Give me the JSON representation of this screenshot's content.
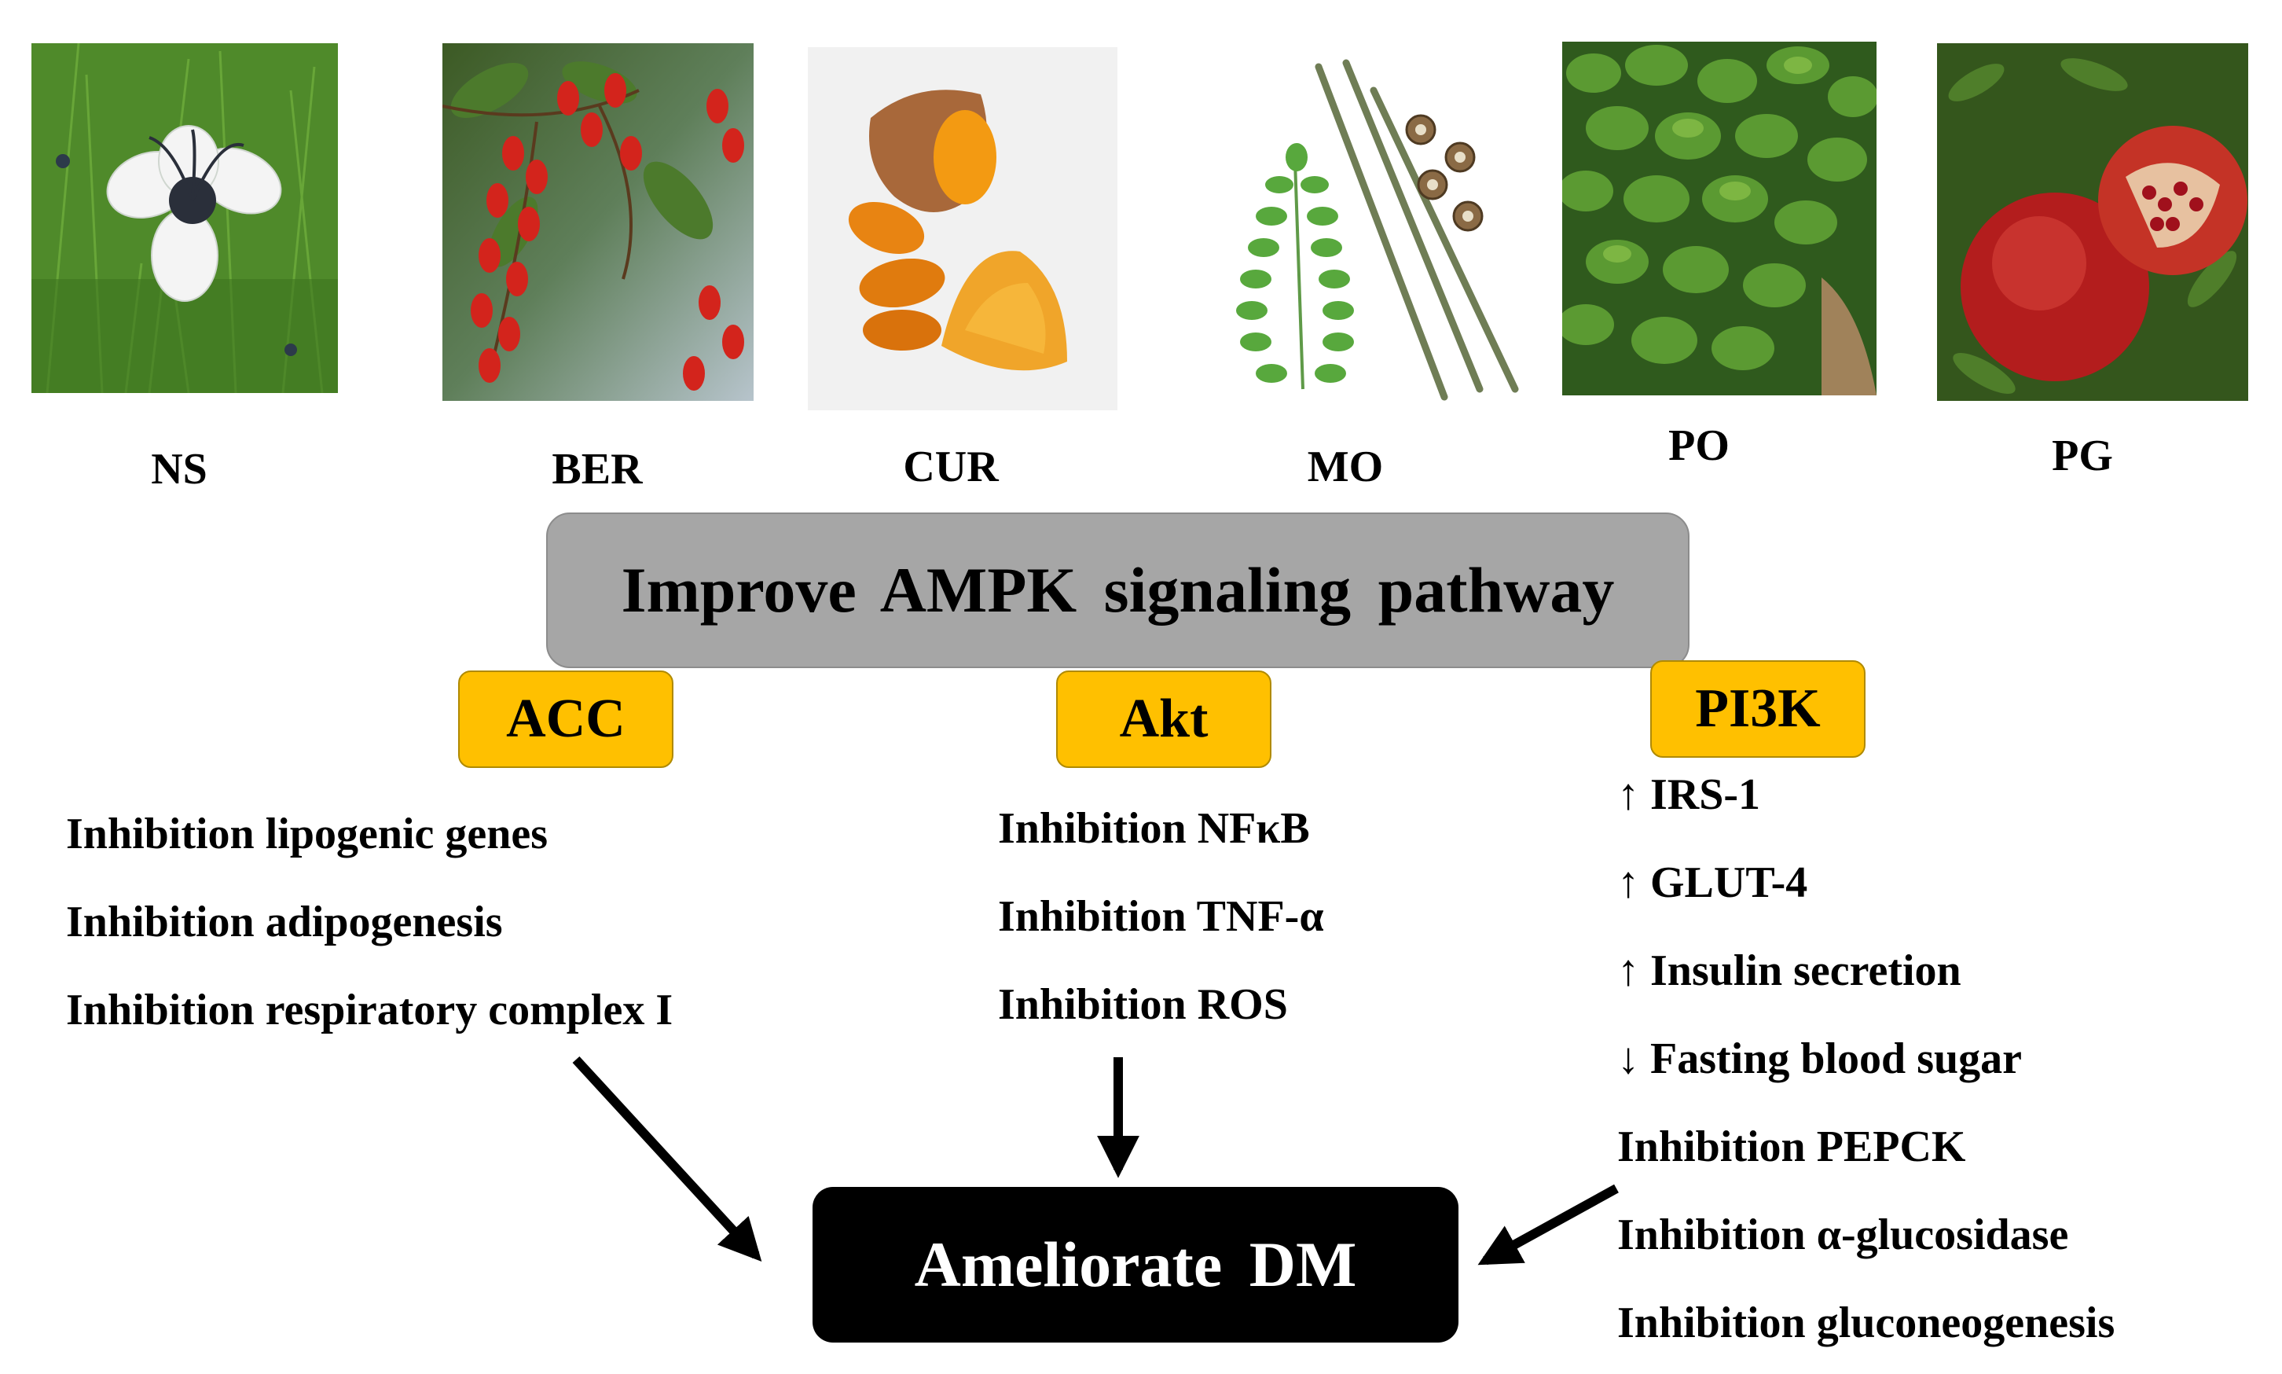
{
  "plants": [
    {
      "label": "NS",
      "icon": "nigella-flower-photo"
    },
    {
      "label": "BER",
      "icon": "barberry-photo"
    },
    {
      "label": "CUR",
      "icon": "turmeric-photo"
    },
    {
      "label": "MO",
      "icon": "moringa-illustration"
    },
    {
      "label": "PO",
      "icon": "portulaca-photo"
    },
    {
      "label": "PG",
      "icon": "pomegranate-photo"
    }
  ],
  "pathway": {
    "label": "Improve AMPK signaling pathway"
  },
  "targets": [
    {
      "label": "ACC",
      "effects": [
        "Inhibition lipogenic genes",
        "Inhibition adipogenesis",
        "Inhibition respiratory complex I"
      ]
    },
    {
      "label": "Akt",
      "effects": [
        "Inhibition NFκB",
        "Inhibition TNF-α",
        "Inhibition ROS"
      ]
    },
    {
      "label": "PI3K",
      "effects": [
        "↑ IRS-1",
        "↑ GLUT-4",
        "↑ Insulin secretion",
        "↓ Fasting blood sugar",
        "Inhibition PEPCK",
        "Inhibition α-glucosidase",
        "Inhibition gluconeogenesis"
      ]
    }
  ],
  "outcome": {
    "label": "Ameliorate DM"
  },
  "colors": {
    "pathway_box": "#a6a6a6",
    "target_box": "#ffc000",
    "outcome_box": "#000000"
  }
}
